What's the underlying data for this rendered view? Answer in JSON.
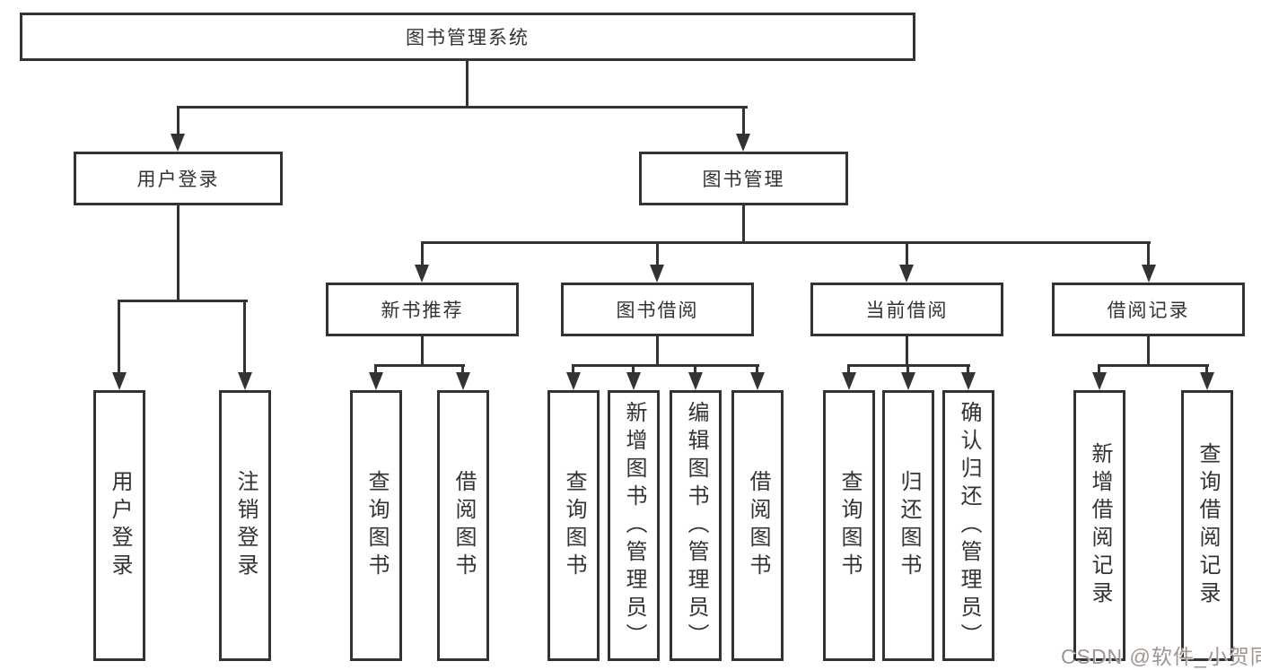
{
  "tree": {
    "root": {
      "label": "图书管理系统",
      "children": [
        {
          "label": "用户登录",
          "children": [
            {
              "label": "用户登录"
            },
            {
              "label": "注销登录"
            }
          ]
        },
        {
          "label": "图书管理",
          "children": [
            {
              "label": "新书推荐",
              "children": [
                {
                  "label": "查询图书"
                },
                {
                  "label": "借阅图书"
                }
              ]
            },
            {
              "label": "图书借阅",
              "children": [
                {
                  "label": "查询图书"
                },
                {
                  "label": "新增图书（管理员）"
                },
                {
                  "label": "编辑图书（管理员）"
                },
                {
                  "label": "借阅图书"
                }
              ]
            },
            {
              "label": "当前借阅",
              "children": [
                {
                  "label": "查询图书"
                },
                {
                  "label": "归还图书"
                },
                {
                  "label": "确认归还（管理员）"
                }
              ]
            },
            {
              "label": "借阅记录",
              "children": [
                {
                  "label": "新增借阅记录"
                },
                {
                  "label": "查询借阅记录"
                }
              ]
            }
          ]
        }
      ]
    }
  },
  "watermark": {
    "text": "CSDN @软件_小贺同学"
  },
  "colors": {
    "line": "#333333",
    "text": "#333333",
    "background": "#ffffff",
    "watermark": "#a09490"
  }
}
